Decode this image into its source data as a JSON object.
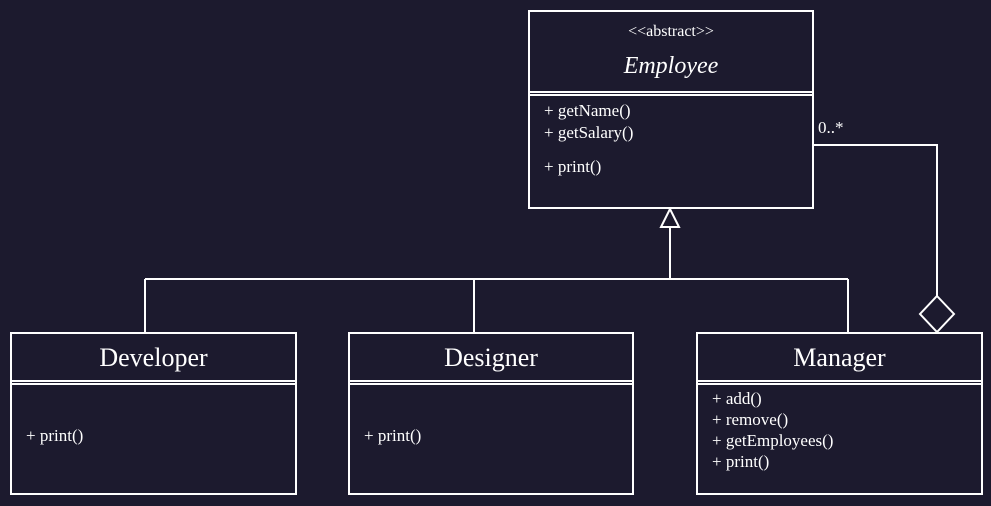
{
  "classes": {
    "employee": {
      "stereotype": "<<abstract>>",
      "name": "Employee",
      "operations": [
        "+ getName()",
        "+ getSalary()",
        "+ print()"
      ]
    },
    "developer": {
      "name": "Developer",
      "operations": [
        "+ print()"
      ]
    },
    "designer": {
      "name": "Designer",
      "operations": [
        "+ print()"
      ]
    },
    "manager": {
      "name": "Manager",
      "operations": [
        "+ add()",
        "+ remove()",
        "+ getEmployees()",
        "+ print()"
      ]
    }
  },
  "associations": {
    "aggregation": {
      "multiplicity": "0..*"
    }
  },
  "colors": {
    "background": "#1c1a2e",
    "stroke": "#ffffff"
  }
}
